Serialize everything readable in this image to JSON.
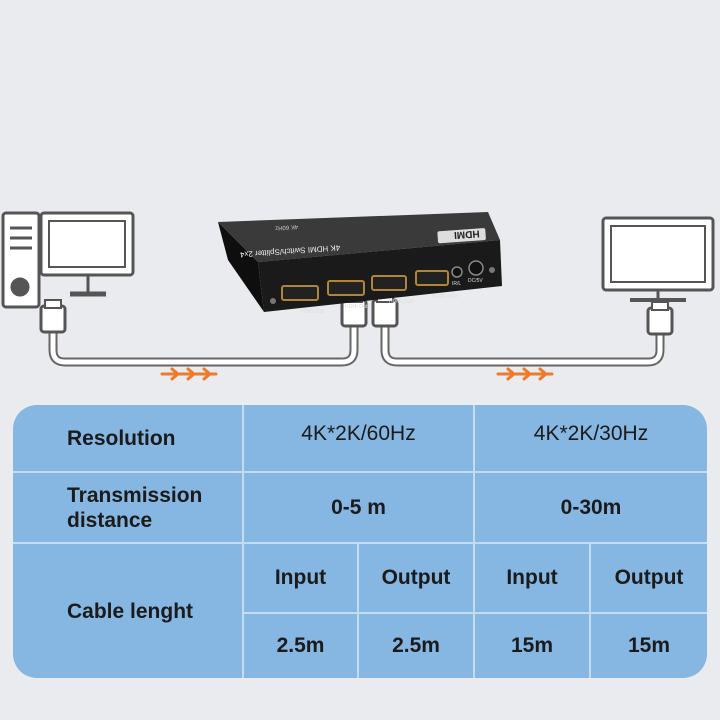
{
  "illustration": {
    "device_label": "4K HDMI Switch/Splitter 2x4",
    "device_sublabel": "4K 60Hz",
    "device_logo": "HDMI",
    "ports": [
      "HDMI Out1",
      "HDMI Out2",
      "HDMI Out3",
      "HDMI Out4"
    ],
    "port_ir": "IR/L",
    "port_power": "DC/5V",
    "arrow_color": "#f07a2a"
  },
  "table": {
    "resolution_label": "Resolution",
    "resolution_short": "4K*2K/60Hz",
    "resolution_long": "4K*2K/30Hz",
    "distance_label_line1": "Transmission",
    "distance_label_line2": "distance",
    "distance_short": "0-5 m",
    "distance_long": "0-30m",
    "cable_label": "Cable lenght",
    "headers": [
      "Input",
      "Output",
      "Input",
      "Output"
    ],
    "cable_values": [
      "2.5m",
      "2.5m",
      "15m",
      "15m"
    ]
  }
}
